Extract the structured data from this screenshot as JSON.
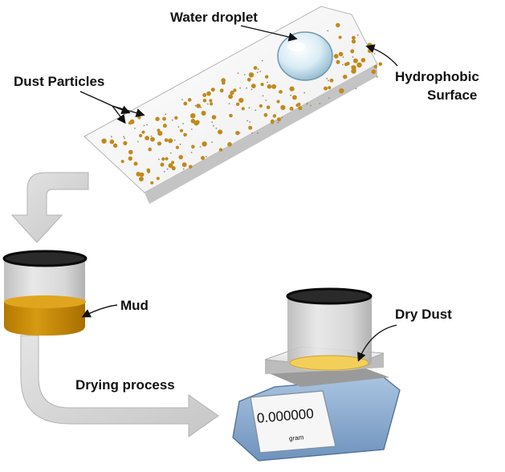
{
  "labels": {
    "water_droplet": "Water droplet",
    "dust_particles": "Dust Particles",
    "hydrophobic_line1": "Hydrophobic",
    "hydrophobic_line2": "Surface",
    "mud": "Mud",
    "drying_process": "Drying process",
    "dry_dust": "Dry Dust"
  },
  "balance": {
    "reading": "0.000000",
    "unit": "gram"
  },
  "colors": {
    "dust": "#c08a1a",
    "mud": "#c98b00",
    "dry_dust": "#f3cf5a",
    "slab_top": "#f2f2f2",
    "slab_side": "#cfcfcf",
    "arrow": "#d4d4d4",
    "balance_body": "#8fb0d4",
    "beaker_glass": "#cfcfcf"
  },
  "icons": {
    "droplet": "water-droplet-icon",
    "balance": "weighing-balance-icon",
    "beaker": "beaker-icon"
  }
}
